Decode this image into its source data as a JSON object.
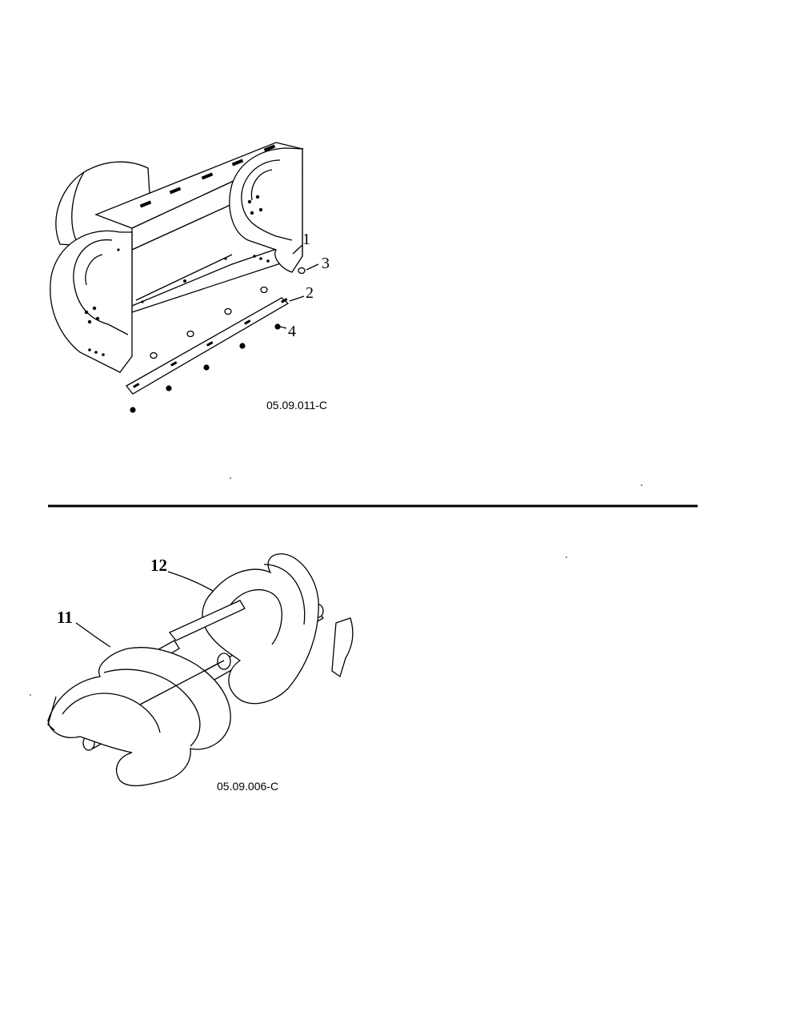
{
  "housing_diagram": {
    "reference_code": "05.09.011-C",
    "callouts": [
      "1",
      "2",
      "3",
      "4"
    ]
  },
  "auger_diagram": {
    "reference_code": "05.09.006-C",
    "callouts": [
      "11",
      "12"
    ]
  }
}
